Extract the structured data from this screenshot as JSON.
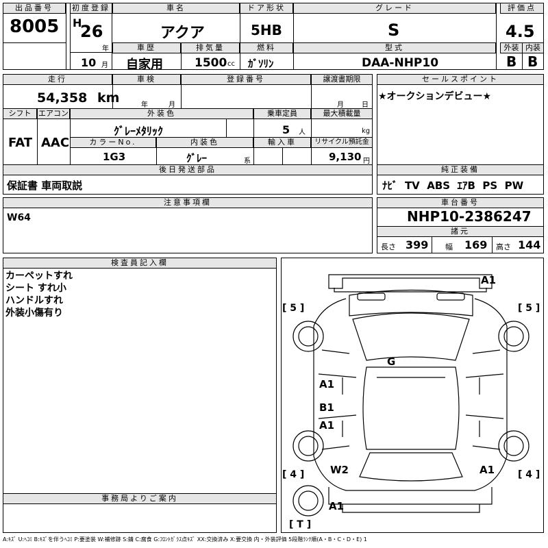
{
  "top": {
    "lot_no": {
      "label": "出品番号",
      "value": "8005"
    },
    "first_reg": {
      "label": "初度登録",
      "era": "H",
      "year": "26",
      "year_unit": "年",
      "month": "10",
      "month_unit": "月"
    },
    "car_name": {
      "label": "車名",
      "value": "アクア"
    },
    "door_type": {
      "label": "ドア形状",
      "value": "5HB"
    },
    "grade": {
      "label": "グレード",
      "value": "S"
    },
    "score": {
      "label": "評価点",
      "value": "4.5"
    },
    "history": {
      "label": "車歴",
      "value": "自家用"
    },
    "displacement": {
      "label": "排気量",
      "value": "1500",
      "unit": "cc"
    },
    "fuel": {
      "label": "燃料",
      "value": "ｶﾞｿﾘﾝ"
    },
    "model_code": {
      "label": "型式",
      "value": "DAA-NHP10"
    },
    "exterior": {
      "label": "外装",
      "value": "B"
    },
    "interior": {
      "label": "内装",
      "value": "B"
    }
  },
  "middle": {
    "mileage": {
      "label": "走行",
      "value": "54,358",
      "unit": "km"
    },
    "inspection": {
      "label": "車検",
      "year_unit": "年",
      "month_unit": "月"
    },
    "reg_no": {
      "label": "登録番号"
    },
    "transfer_deadline": {
      "label": "譲渡書期限",
      "month_unit": "月",
      "day_unit": "日"
    },
    "shift": {
      "label": "シフト",
      "value": "FAT"
    },
    "aircon": {
      "label": "エアコン",
      "value": "AAC"
    },
    "ext_color": {
      "label": "外装色",
      "value": "ｸﾞﾚｰﾒﾀﾘｯｸ"
    },
    "capacity": {
      "label": "乗車定員",
      "value": "5",
      "unit": "人"
    },
    "max_load": {
      "label": "最大積載量",
      "unit": "kg"
    },
    "color_no": {
      "label": "カラーNo.",
      "value": "1G3"
    },
    "int_color": {
      "label": "内装色",
      "value": "ｸﾞﾚｰ",
      "unit": "系"
    },
    "import": {
      "label": "輸入車"
    },
    "recycle": {
      "label": "リサイクル預託金",
      "value": "9,130",
      "unit": "円"
    },
    "later_parts": {
      "label": "後日発送部品",
      "value": "保証書 車両取説"
    },
    "sales_point": {
      "label": "セールスポイント",
      "value": "★オークションデビュー★"
    },
    "equipment": {
      "label": "純正装備",
      "value": "ﾅﾋﾞ  TV  ABS  ｴｱB  PS  PW"
    }
  },
  "notes": {
    "label": "注意事項欄",
    "value": "W64"
  },
  "chassis": {
    "label": "車台番号",
    "value": "NHP10-2386247",
    "spec_label": "諸元",
    "length_label": "長さ",
    "length": "399",
    "width_label": "幅",
    "width": "169",
    "height_label": "高さ",
    "height": "144"
  },
  "inspector": {
    "label": "検査員記入欄",
    "lines": [
      "カーペットすれ",
      "シート すれ小",
      "ハンドルすれ",
      "外装小傷有り"
    ]
  },
  "office": {
    "label": "事務局よりご案内"
  },
  "diagram": {
    "marks": [
      "A1",
      "G",
      "A1",
      "B1",
      "A1",
      "W2",
      "A1",
      "A1"
    ],
    "brackets": [
      "[ 5 ]",
      "[ 5 ]",
      "[ 4 ]",
      "[ 4 ]",
      "[ T ]"
    ]
  },
  "legend": "A:ｷｽﾞ  U:ﾍｺﾐ  B:ｷｽﾞを伴うﾍｺﾐ  P:要塗装  W:補修跡  S:錆  C:腐食  G:ﾌﾛﾝﾄｶﾞﾗｽ点ｷｽﾞ  XX:交換済み  X:要交換   内・外装評価  5段階ﾗﾝｸ順(A・B・C・D・E) 1"
}
